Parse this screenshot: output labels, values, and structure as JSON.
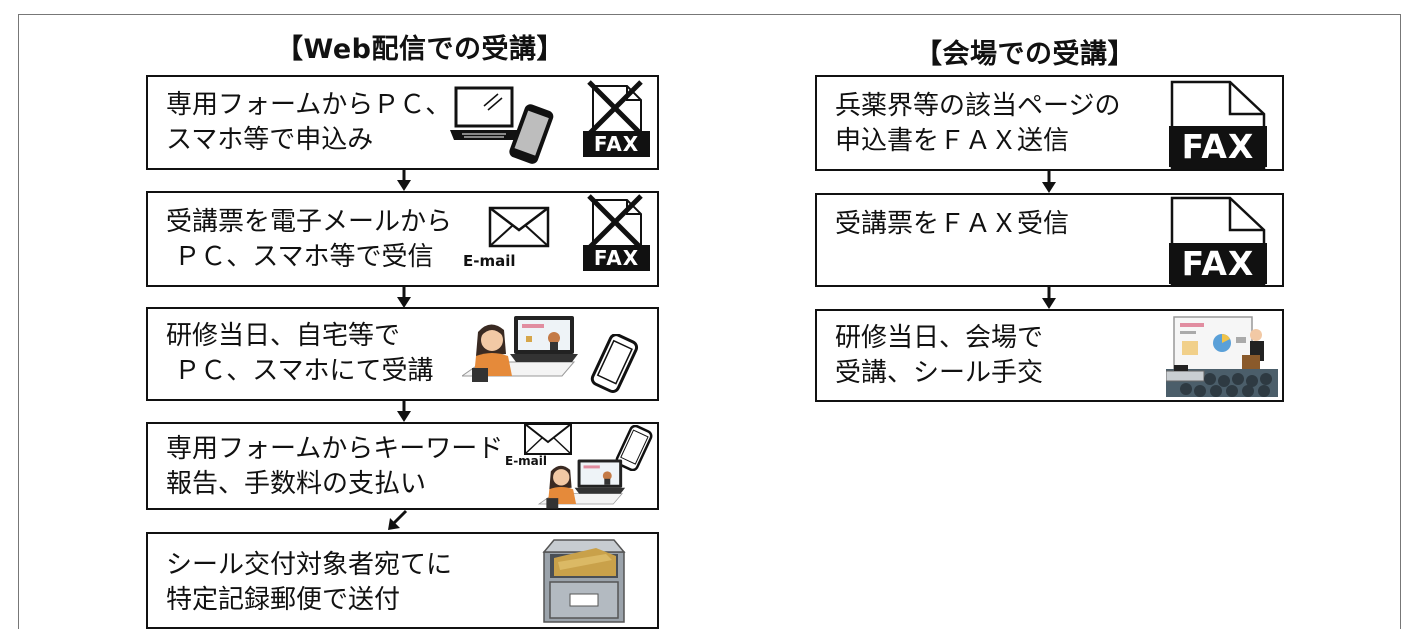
{
  "left_column": {
    "title": "【Web配信での受講】",
    "steps": [
      {
        "text": "専用フォームからＰＣ、\nスマホ等で申込み",
        "icons": [
          "laptop-icon",
          "smartphone-icon",
          "fax-crossed-icon"
        ],
        "fax_label": "FAX"
      },
      {
        "text": "受講票を電子メールから\n ＰＣ、スマホ等で受信",
        "icons": [
          "email-icon",
          "fax-crossed-icon"
        ],
        "email_label": "E-mail",
        "fax_label": "FAX"
      },
      {
        "text": "研修当日、自宅等で\n ＰＣ、スマホにて受講",
        "icons": [
          "person-at-laptop-icon",
          "smartphone-icon"
        ]
      },
      {
        "text": "専用フォームからキーワード\n報告、手数料の支払い",
        "icons": [
          "email-icon",
          "smartphone-icon",
          "person-at-laptop-icon"
        ],
        "email_label": "E-mail"
      },
      {
        "text": "シール交付対象者宛てに\n特定記録郵便で送付",
        "icons": [
          "file-drawer-icon"
        ]
      }
    ]
  },
  "right_column": {
    "title": "【会場での受講】",
    "steps": [
      {
        "text": "兵薬界等の該当ページの\n申込書をＦＡＸ送信",
        "icons": [
          "fax-document-icon"
        ],
        "fax_label": "FAX"
      },
      {
        "text": "受講票をＦＡＸ受信",
        "icons": [
          "fax-document-icon"
        ],
        "fax_label": "FAX"
      },
      {
        "text": "研修当日、会場で\n受講、シール手交",
        "icons": [
          "seminar-venue-icon"
        ]
      }
    ]
  },
  "colors": {
    "border": "#111111",
    "frame": "#777777",
    "icon_black": "#111111",
    "drawer_gray": "#9ba3ab",
    "envelope_tan": "#c9a14a"
  }
}
